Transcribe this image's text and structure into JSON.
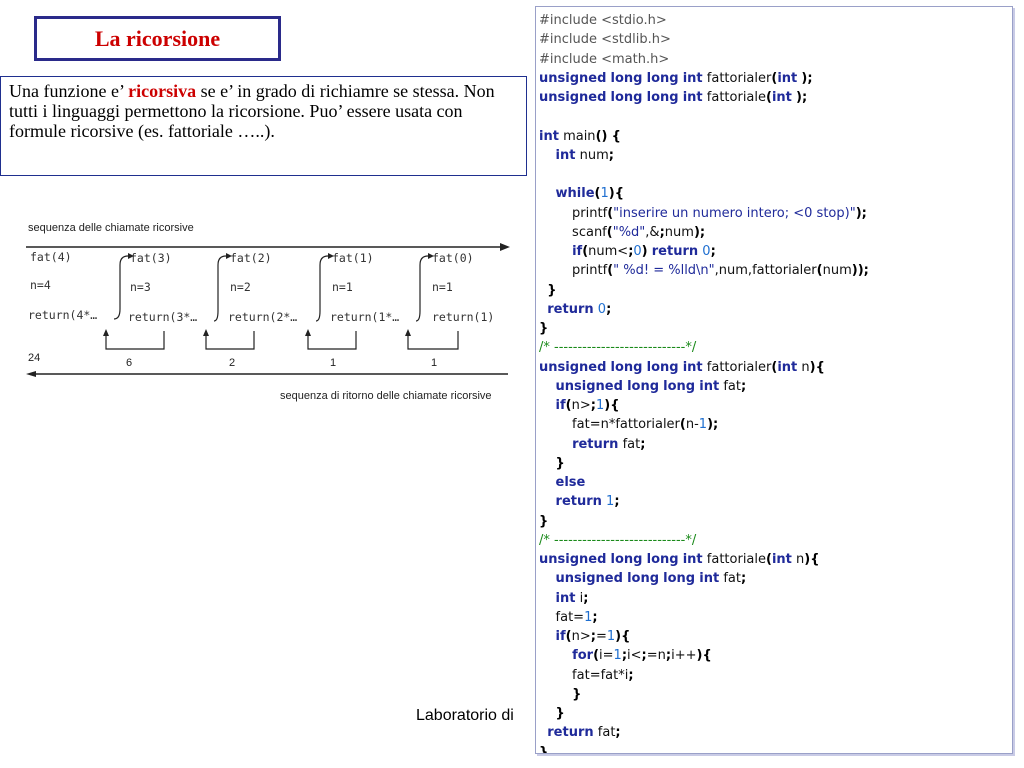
{
  "slide": {
    "title": "La ricorsione",
    "description": {
      "part1": "Una funzione e’ ",
      "emphasis": "ricorsiva",
      "part2": " se e’ in grado di richiamre se stessa. Non tutti i linguaggi permettono la ricorsione. Puo’ essere usata con formule ricorsive (es. fattoriale …..)."
    },
    "footer": "Laboratorio di"
  },
  "figure": {
    "top_caption": "sequenza delle chiamate ricorsive",
    "bottom_caption": "sequenza di ritorno delle chiamate ricorsive",
    "calls": [
      "fat(4)",
      "fat(3)",
      "fat(2)",
      "fat(1)",
      "fat(0)"
    ],
    "params": [
      "n=4",
      "n=3",
      "n=2",
      "n=1",
      "n=1"
    ],
    "returns": [
      "return(4*…",
      "return(3*…",
      "return(2*…",
      "return(1*…",
      "return(1)"
    ],
    "return_values": [
      "24",
      "6",
      "2",
      "1",
      "1"
    ]
  },
  "code": {
    "lines": [
      "#include <stdio.h>",
      "#include <stdlib.h>",
      "#include <math.h>",
      "unsigned long long int fattorialer(int );",
      "unsigned long long int fattoriale(int );",
      "",
      "int main() {",
      "    int num;",
      "",
      "    while(1){",
      "        printf(\"inserire un numero intero; <0 stop)\");",
      "        scanf(\"%d\",&num);",
      "        if(num<0) return 0;",
      "        printf(\" %d! = %lld\\n\",num,fattorialer(num));",
      "  }",
      "  return 0;",
      "}",
      "/* ----------------------------*/",
      "unsigned long long int fattorialer(int n){",
      "    unsigned long long int fat;",
      "    if(n>1){",
      "        fat=n*fattorialer(n-1);",
      "        return fat;",
      "    }",
      "    else",
      "    return 1;",
      "}",
      "/* ----------------------------*/",
      "unsigned long long int fattoriale(int n){",
      "    unsigned long long int fat;",
      "    int i;",
      "    fat=1;",
      "    if(n>=1){",
      "        for(i=1;i<=n;i++){",
      "        fat=fat*i;",
      "        }",
      "    }",
      "  return fat;",
      "}"
    ]
  },
  "colors": {
    "title_border": "#2a2a8a",
    "title_text": "#cc0000",
    "keyword": "#1f2a9a",
    "comment": "#1a8a1a",
    "number": "#1f6fd0"
  }
}
